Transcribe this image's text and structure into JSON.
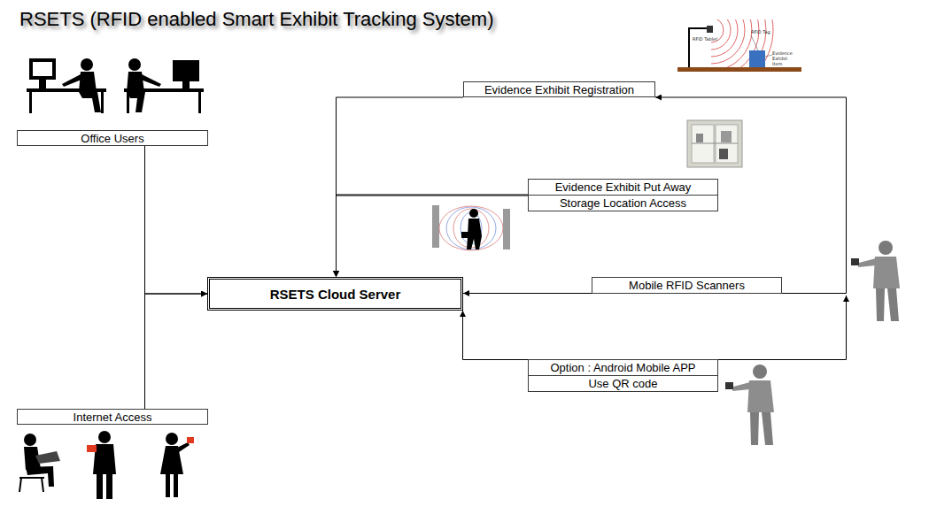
{
  "diagram": {
    "title": "RSETS (RFID enabled Smart Exhibit Tracking System)",
    "nodes": [
      {
        "text": [
          "Office Users"
        ]
      },
      {
        "text": [
          "Evidence Exhibit Registration"
        ]
      },
      {
        "text": [
          "Evidence Exhibit Put Away"
        ]
      },
      {
        "text": [
          "Storage Location Access"
        ]
      },
      {
        "text": [
          "RSETS Cloud Server"
        ]
      },
      {
        "text": [
          "Mobile RFID Scanners"
        ]
      },
      {
        "text": [
          "Option : Android Mobile APP"
        ]
      },
      {
        "text": [
          "Use QR code"
        ]
      },
      {
        "text": [
          "Internet Access"
        ]
      }
    ],
    "edges": [
      {
        "from": 0,
        "to": 4,
        "arrow": "to"
      },
      {
        "from": 8,
        "to": 4,
        "arrow": "to"
      },
      {
        "from": 1,
        "to": 4,
        "arrow": "to"
      },
      {
        "from": 2,
        "to": 4,
        "arrow": "to"
      },
      {
        "from": 3,
        "to": 4,
        "arrow": "to"
      },
      {
        "from": 5,
        "to": 4,
        "arrow": "to"
      },
      {
        "from": 5,
        "to": 1,
        "arrow": "to"
      },
      {
        "from": 6,
        "to": 4,
        "arrow": "to"
      }
    ],
    "labels": [
      "RFID Tablet",
      "RFID Tag",
      "Evidence Exhibit Item"
    ]
  }
}
